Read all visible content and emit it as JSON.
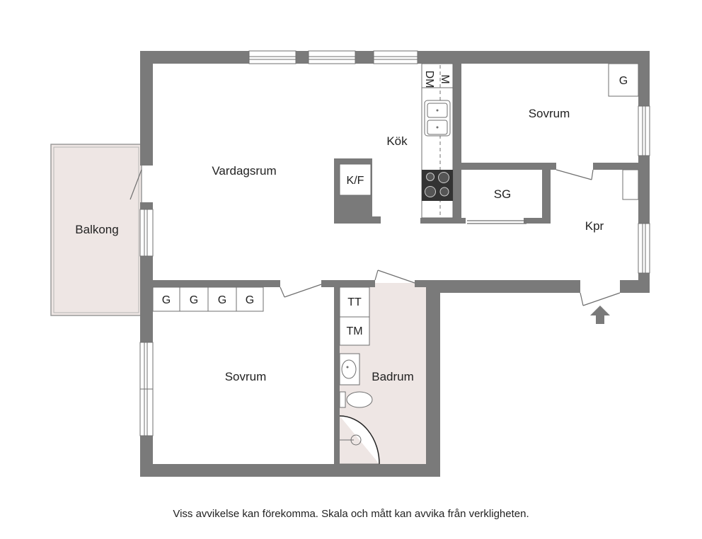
{
  "colors": {
    "wall": "#7a7a7a",
    "floor": "#ffffff",
    "balcony_fill": "#eee6e4",
    "bathroom_fill": "#eee6e4",
    "fixture_stroke": "#6f6f6f"
  },
  "rooms": {
    "living": "Vardagsrum",
    "kitchen": "Kök",
    "bedroom_top": "Sovrum",
    "bedroom_bottom": "Sovrum",
    "closet": "SG",
    "hall": "Kpr",
    "balcony": "Balkong",
    "bathroom": "Badrum"
  },
  "fixtures": {
    "fridge_freezer": "K/F",
    "dishwasher": "DM",
    "microwave": "M",
    "wardrobe_top": "G",
    "wardrobes_bottom": [
      "G",
      "G",
      "G",
      "G"
    ],
    "dryer": "TT",
    "washer": "TM"
  },
  "disclaimer": "Viss avvikelse kan förekomma. Skala och mått kan avvika från verkligheten."
}
